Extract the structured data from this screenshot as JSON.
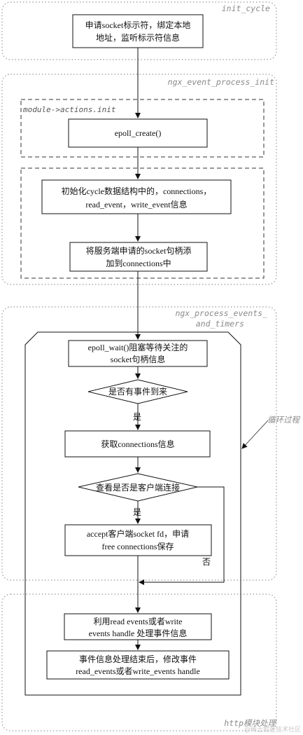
{
  "groups": {
    "init_cycle": "init_cycle",
    "event_process_init": "ngx_event_process_init",
    "module_actions_init": "module->actions.init",
    "process_events_line1": "ngx_process_events_",
    "process_events_line2": "and_timers",
    "http_module": "http模块处理"
  },
  "nodes": {
    "socket_apply": [
      "申请socket标示符，绑定本地",
      "地址，监听标示符信息"
    ],
    "epoll_create": [
      "epoll_create()"
    ],
    "init_cycle_struct": [
      "初始化cycle数据结构中的，connections，",
      "read_event，write_event信息"
    ],
    "add_to_connections": [
      "将服务端申请的socket句柄添",
      "加到connections中"
    ],
    "epoll_wait": [
      "epoll_wait()阻塞等待关注的",
      "socket句柄信息"
    ],
    "get_connections": [
      "获取connections信息"
    ],
    "accept_client": [
      "accept客户端socket fd，申请",
      "free connections保存"
    ],
    "use_handle": [
      "利用read events或者write",
      "events handle 处理事件信息"
    ],
    "modify_events": [
      "事件信息处理结束后，修改事件",
      "read_events或者write_events handle"
    ]
  },
  "decisions": {
    "has_event": "是否有事件到来",
    "is_client_connect": "查看是否是客户端连接"
  },
  "edge_labels": {
    "yes1": "是",
    "yes2": "是",
    "no": "否"
  },
  "annotations": {
    "loop": "循环过程"
  },
  "watermark": "@稀土掘金技术社区"
}
